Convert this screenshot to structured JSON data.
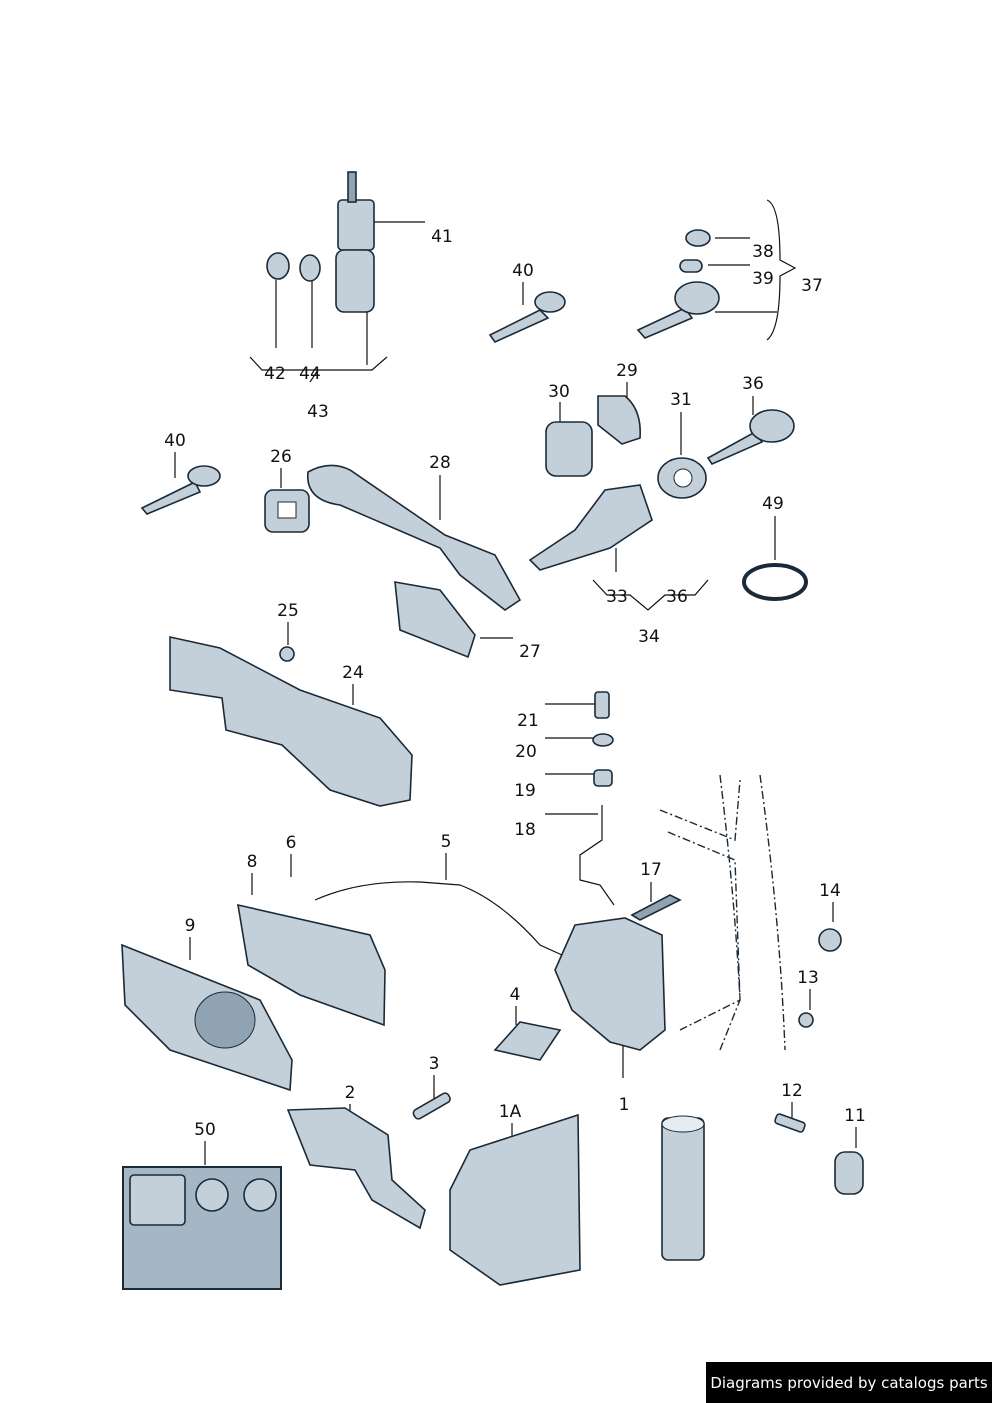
{
  "callouts": [
    "41",
    "40",
    "38",
    "39",
    "37",
    "42",
    "44",
    "43",
    "30",
    "29",
    "31",
    "36",
    "40",
    "26",
    "28",
    "49",
    "33",
    "36",
    "34",
    "25",
    "27",
    "24",
    "21",
    "20",
    "19",
    "18",
    "6",
    "5",
    "8",
    "17",
    "14",
    "9",
    "13",
    "4",
    "3",
    "2",
    "12",
    "1A",
    "1",
    "11",
    "50"
  ],
  "footer": {
    "text": "Diagrams provided by catalogs parts"
  },
  "colors": {
    "part_fill": "#c3d0da",
    "outline": "#1b2a38",
    "footer_bg": "#000000"
  }
}
